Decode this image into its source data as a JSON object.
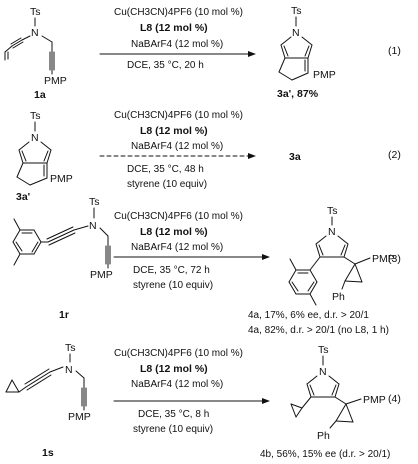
{
  "reactions": [
    {
      "id": "1",
      "conditions": [
        "Cu(CH3CN)4PF6 (10 mol %)",
        "L8 (12 mol %)",
        "NaBArF4 (12 mol %)",
        "DCE, 35 °C, 20 h"
      ],
      "reactant_label": "1a",
      "product_label": "3a', 87%",
      "atom_labels": {
        "ts": "Ts",
        "n": "N",
        "pmp": "PMP"
      },
      "product_atom_labels": {
        "ts": "Ts",
        "n": "N",
        "pmp": "PMP"
      }
    },
    {
      "id": "2",
      "conditions": [
        "Cu(CH3CN)4PF6 (10 mol %)",
        "L8 (12 mol %)",
        "NaBArF4 (12 mol %)",
        "DCE, 35 °C, 48 h",
        "styrene (10 equiv)"
      ],
      "reactant_label": "3a'",
      "product_label": "3a",
      "atom_labels": {
        "ts": "Ts",
        "n": "N",
        "pmp": "PMP"
      }
    },
    {
      "id": "3",
      "conditions": [
        "Cu(CH3CN)4PF6 (10 mol %)",
        "L8 (12 mol %)",
        "NaBArF4 (12 mol %)",
        "DCE, 35 °C, 72 h",
        "styrene (10 equiv)"
      ],
      "reactant_label": "1r",
      "product_line1": "4a, 17%, 6% ee, d.r. > 20/1",
      "product_line2": "4a, 82%, d.r. > 20/1 (no L8, 1 h)",
      "atom_labels": {
        "ts": "Ts",
        "n": "N",
        "pmp": "PMP"
      },
      "product_atom_labels": {
        "ts": "Ts",
        "n": "N",
        "pmp": "PMP",
        "ph": "Ph"
      }
    },
    {
      "id": "4",
      "conditions": [
        "Cu(CH3CN)4PF6 (10 mol %)",
        "L8 (12 mol %)",
        "NaBArF4 (12 mol %)",
        "DCE, 35 °C, 8 h",
        "styrene (10 equiv)"
      ],
      "reactant_label": "1s",
      "product_label": "4b, 56%, 15% ee (d.r. > 20/1)",
      "atom_labels": {
        "ts": "Ts",
        "n": "N",
        "pmp": "PMP"
      },
      "product_atom_labels": {
        "ts": "Ts",
        "n": "N",
        "pmp": "PMP",
        "ph": "Ph"
      }
    }
  ],
  "equation_numbers": [
    "(1)",
    "(2)",
    "(3)",
    "(4)"
  ]
}
